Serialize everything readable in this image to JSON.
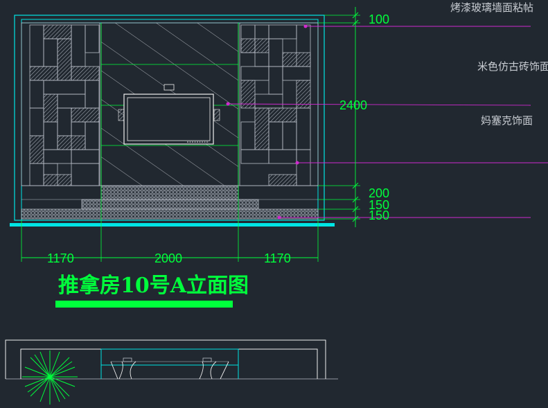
{
  "drawing": {
    "title": "推拿房10号A立面图",
    "colors": {
      "background": "#212830",
      "wall_outline": "#00e5e5",
      "dimension": "#00ff3c",
      "leader": "#d02ad0",
      "tile": "#b8bec8",
      "tv": "#f0f0f0",
      "annotation_text": "#c8ccd2",
      "title_text": "#00ff3c"
    },
    "annotations": [
      {
        "label": "烤漆玻璃墙面粘帖"
      },
      {
        "label": "米色仿古砖饰面"
      },
      {
        "label": "妈塞克饰面"
      }
    ],
    "horizontal_dimensions": [
      "1170",
      "2000",
      "1170"
    ],
    "vertical_dimensions": [
      "100",
      "2400",
      "200",
      "150",
      "150"
    ]
  }
}
